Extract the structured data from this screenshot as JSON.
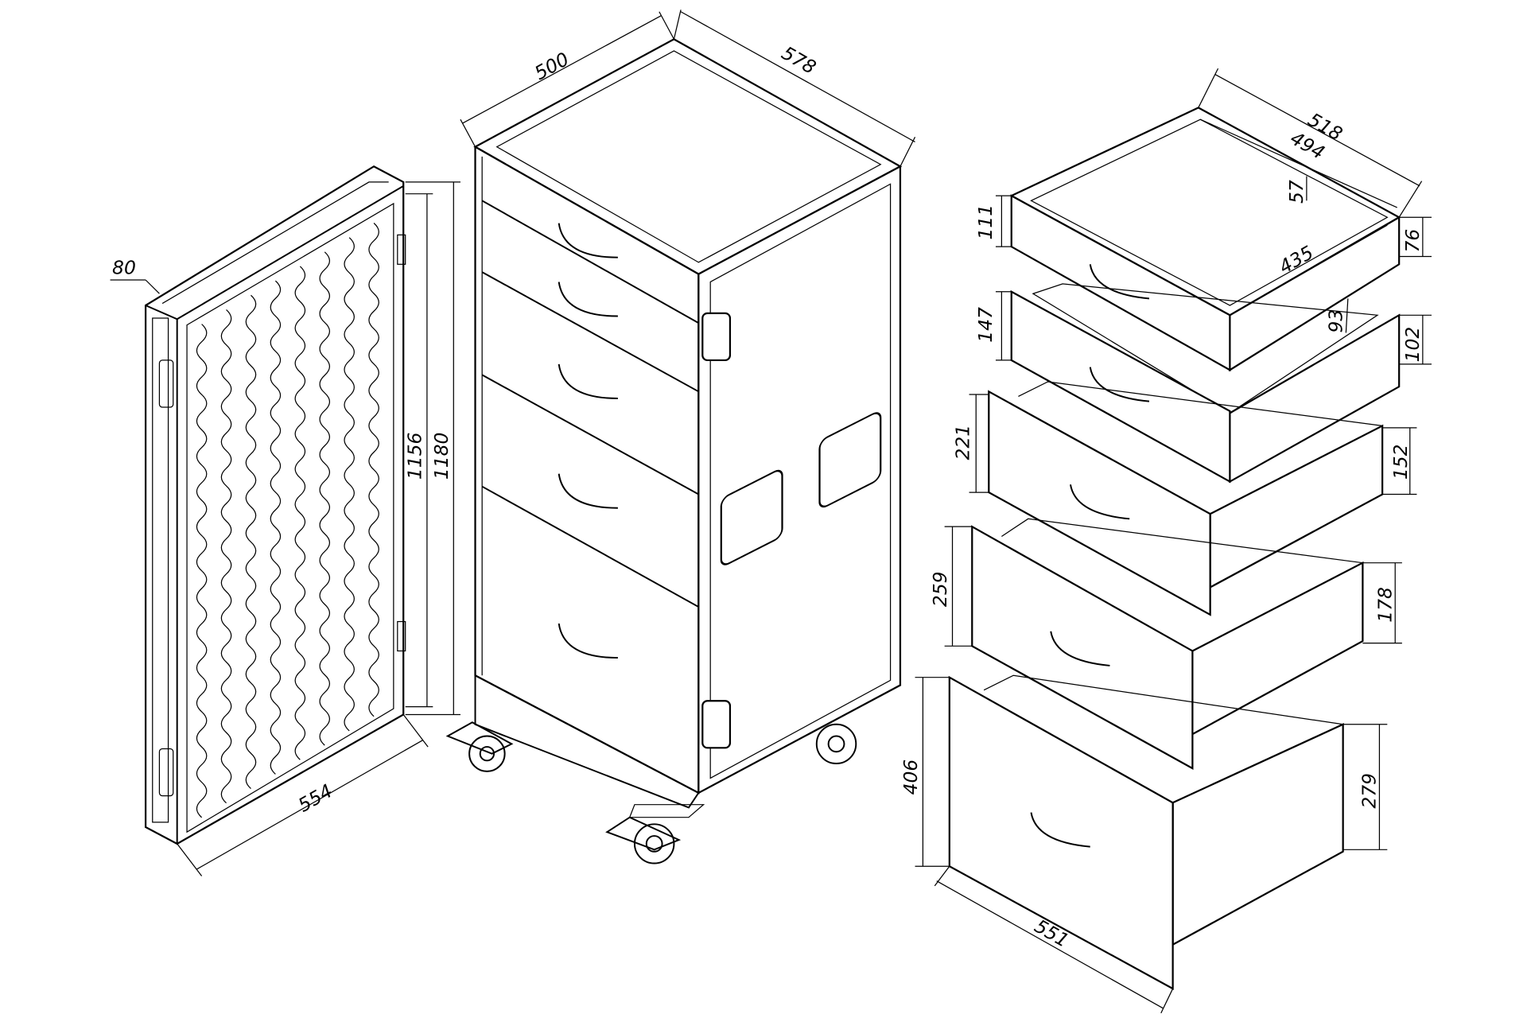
{
  "title": "Mobile cabinet with drawers and foam-lined door - dimension drawing",
  "units": "mm",
  "door": {
    "thickness": "80",
    "inner_height": "1156",
    "outer_height": "1180",
    "width": "554"
  },
  "cabinet": {
    "width": "500",
    "depth": "578"
  },
  "drawers": {
    "outer_depth": "518",
    "inner_depth": "494",
    "inner_width": "435",
    "front_width": "551",
    "inner_heights": [
      "57",
      "93"
    ],
    "front_heights": [
      "111",
      "147",
      "221",
      "259",
      "406"
    ],
    "box_heights": [
      "76",
      "102",
      "152",
      "178",
      "279"
    ]
  },
  "colors": {
    "line": "#000000",
    "background": "#ffffff"
  }
}
